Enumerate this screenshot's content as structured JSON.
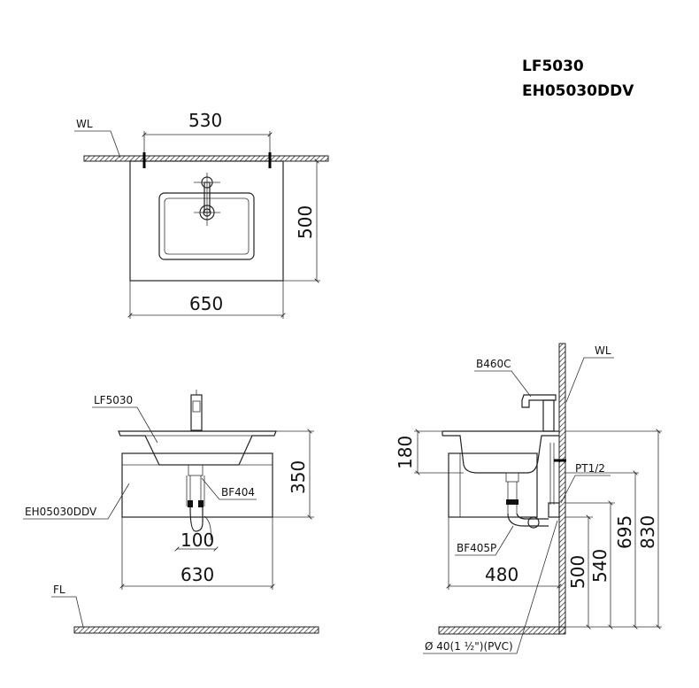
{
  "titles": {
    "model_1": "LF5030",
    "model_2": "EH05030DDV"
  },
  "top_view": {
    "wl": "WL",
    "dim_530": "530",
    "dim_500": "500",
    "dim_650": "650"
  },
  "front_view": {
    "lf5030": "LF5030",
    "eh05030ddv": "EH05030DDV",
    "bf404": "BF404",
    "fl": "FL",
    "dim_350": "350",
    "dim_100": "100",
    "dim_630": "630"
  },
  "side_view": {
    "b460c": "B460C",
    "wl": "WL",
    "pt12": "PT1/2",
    "bf405p": "BF405P",
    "pvc": "Ø  40(1 ½\")(PVC)",
    "dim_180": "180",
    "dim_480": "480",
    "dim_500": "500",
    "dim_540": "540",
    "dim_695": "695",
    "dim_830": "830"
  }
}
